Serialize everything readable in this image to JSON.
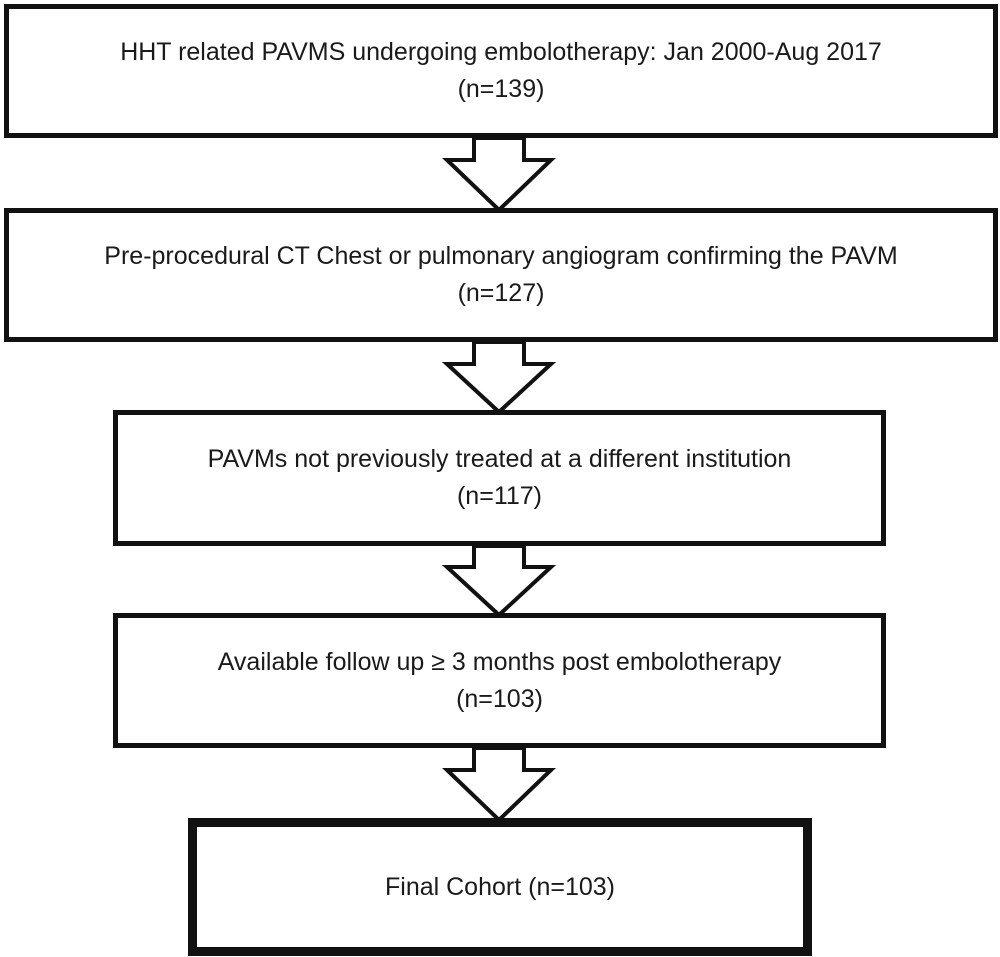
{
  "flowchart": {
    "steps": [
      {
        "text": "HHT related PAVMS undergoing embolotherapy: Jan 2000-Aug 2017",
        "count": "(n=139)"
      },
      {
        "text": "Pre-procedural CT Chest or pulmonary angiogram confirming the PAVM",
        "count": "(n=127)"
      },
      {
        "text": "PAVMs not previously treated at a different institution",
        "count": "(n=117)"
      },
      {
        "text": "Available follow up ≥ 3 months post embolotherapy",
        "count": "(n=103)"
      }
    ],
    "final": {
      "text": "Final Cohort (n=103)"
    }
  }
}
